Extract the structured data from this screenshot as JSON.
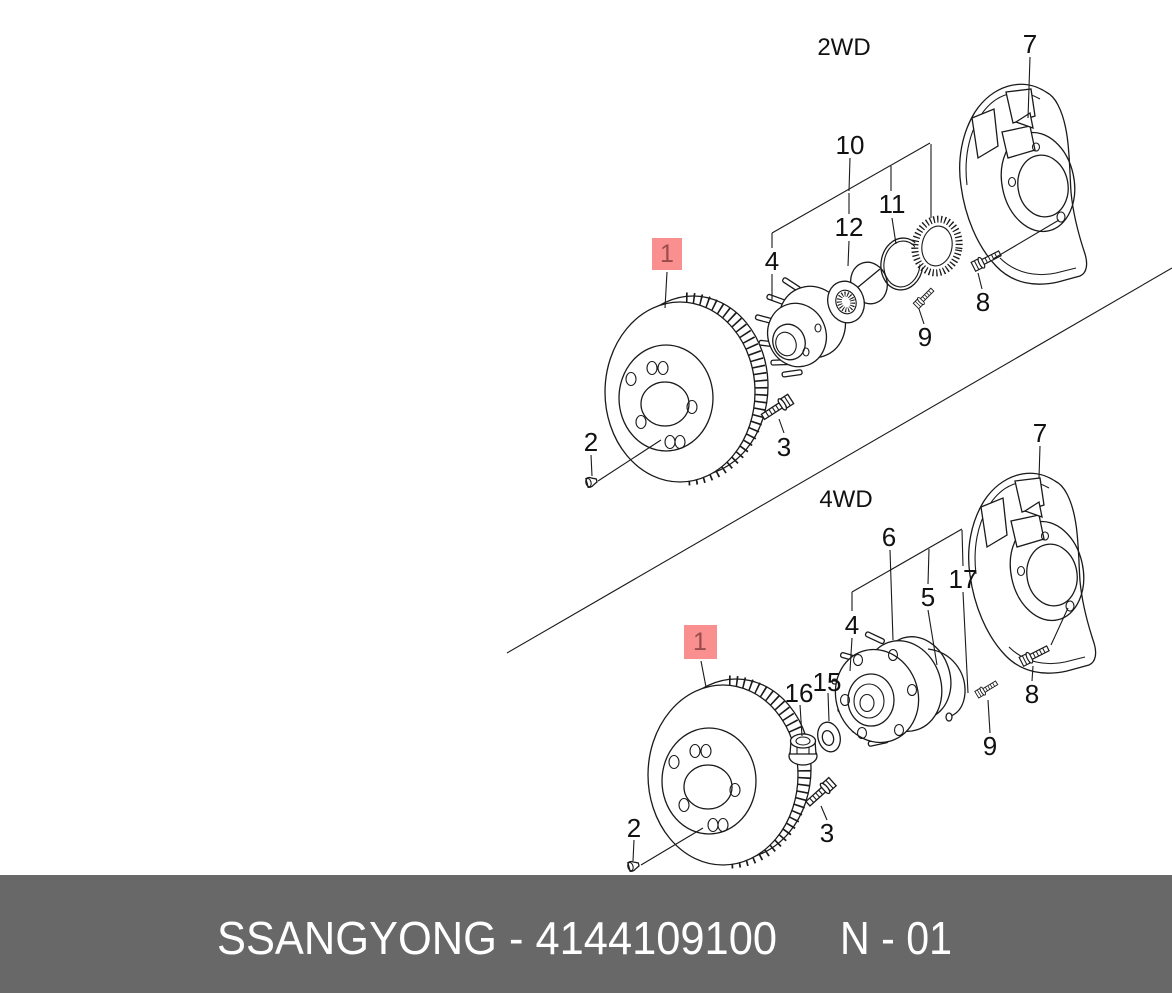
{
  "sections": {
    "twoWD": {
      "label": "2WD",
      "highlighted_callout": "1",
      "callouts": {
        "c1": "1",
        "c2": "2",
        "c3": "3",
        "c4": "4",
        "c7": "7",
        "c8": "8",
        "c9": "9",
        "c10": "10",
        "c11": "11",
        "c12": "12"
      }
    },
    "fourWD": {
      "label": "4WD",
      "highlighted_callout": "1",
      "callouts": {
        "c1": "1",
        "c2": "2",
        "c3": "3",
        "c4": "4",
        "c5": "5",
        "c6": "6",
        "c7": "7",
        "c8": "8",
        "c9": "9",
        "c15": "15",
        "c16": "16",
        "c17": "17"
      }
    }
  },
  "footer": {
    "brand": "SSANGYONG",
    "part_number": "4144109100",
    "left_text": "SSANGYONG - 4144109100",
    "right_text": "N - 01",
    "page_code": "N - 01"
  },
  "colors": {
    "background": "#ffffff",
    "line": "#1a1a1a",
    "highlight_fill": "#f98f8f",
    "highlight_text": "#9a4b4b",
    "footer_bg": "#686868",
    "footer_text": "#ffffff"
  }
}
